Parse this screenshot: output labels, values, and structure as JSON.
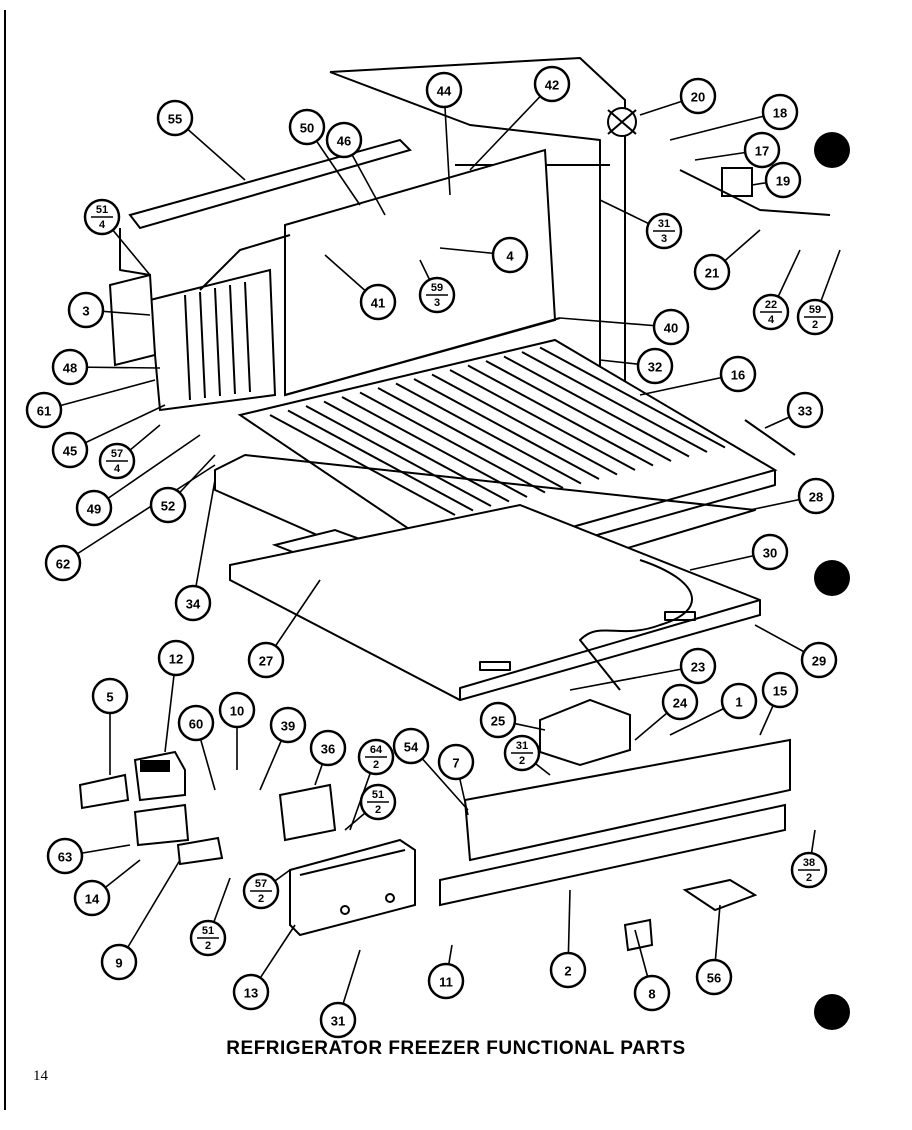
{
  "title": "REFRIGERATOR FREEZER FUNCTIONAL PARTS",
  "page_number": "14",
  "callouts": [
    {
      "label": "55"
    },
    {
      "label": "50"
    },
    {
      "label": "46"
    },
    {
      "label": "44"
    },
    {
      "label": "42"
    },
    {
      "label": "20"
    },
    {
      "label": "18"
    },
    {
      "label": "17"
    },
    {
      "label": "19"
    },
    {
      "label": "21"
    },
    {
      "label": "4"
    },
    {
      "label": "41"
    },
    {
      "label": "3"
    },
    {
      "label": "48"
    },
    {
      "label": "61"
    },
    {
      "label": "45"
    },
    {
      "label": "40"
    },
    {
      "label": "32"
    },
    {
      "label": "16"
    },
    {
      "label": "33"
    },
    {
      "label": "49"
    },
    {
      "label": "52"
    },
    {
      "label": "62"
    },
    {
      "label": "28"
    },
    {
      "label": "34"
    },
    {
      "label": "30"
    },
    {
      "label": "27"
    },
    {
      "label": "29"
    },
    {
      "label": "12"
    },
    {
      "label": "5"
    },
    {
      "label": "10"
    },
    {
      "label": "60"
    },
    {
      "label": "39"
    },
    {
      "label": "36"
    },
    {
      "label": "23"
    },
    {
      "label": "24"
    },
    {
      "label": "1"
    },
    {
      "label": "15"
    },
    {
      "label": "25"
    },
    {
      "label": "54"
    },
    {
      "label": "7"
    },
    {
      "label": "63"
    },
    {
      "label": "14"
    },
    {
      "label": "9"
    },
    {
      "label": "13"
    },
    {
      "label": "11"
    },
    {
      "label": "2"
    },
    {
      "label": "8"
    },
    {
      "label": "56"
    },
    {
      "label": "31"
    }
  ],
  "fraction_callouts": [
    {
      "top": "51",
      "bottom": "4"
    },
    {
      "top": "31",
      "bottom": "3"
    },
    {
      "top": "59",
      "bottom": "3"
    },
    {
      "top": "22",
      "bottom": "4"
    },
    {
      "top": "59",
      "bottom": "2"
    },
    {
      "top": "57",
      "bottom": "4"
    },
    {
      "top": "31",
      "bottom": "2"
    },
    {
      "top": "64",
      "bottom": "2"
    },
    {
      "top": "51",
      "bottom": "2"
    },
    {
      "top": "57",
      "bottom": "2"
    },
    {
      "top": "51",
      "bottom": "2"
    },
    {
      "top": "38",
      "bottom": "2"
    }
  ]
}
